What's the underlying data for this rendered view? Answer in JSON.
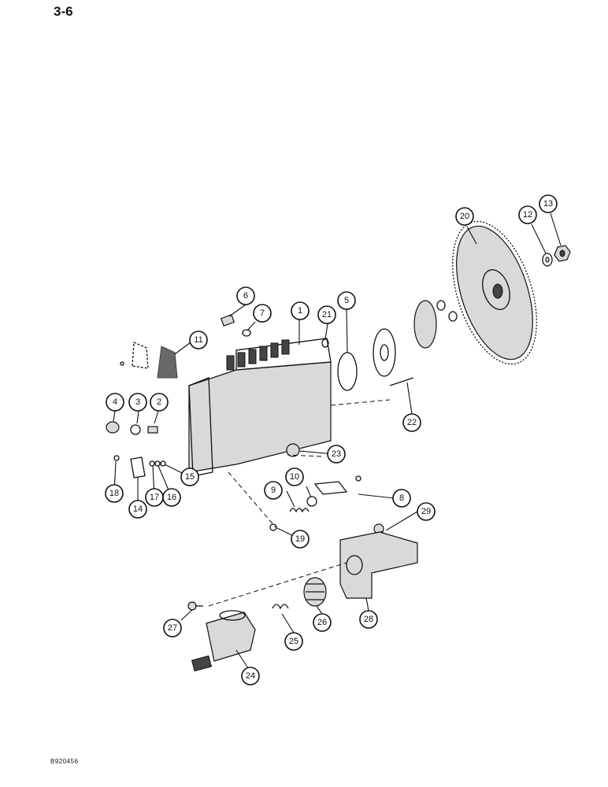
{
  "page_number": "3-6",
  "figure_code": "B920456",
  "callouts": [
    "1",
    "2",
    "3",
    "4",
    "5",
    "6",
    "7",
    "8",
    "9",
    "10",
    "11",
    "12",
    "13",
    "14",
    "15",
    "16",
    "17",
    "18",
    "19",
    "20",
    "21",
    "22",
    "23",
    "24",
    "25",
    "26",
    "27",
    "28",
    "29"
  ]
}
